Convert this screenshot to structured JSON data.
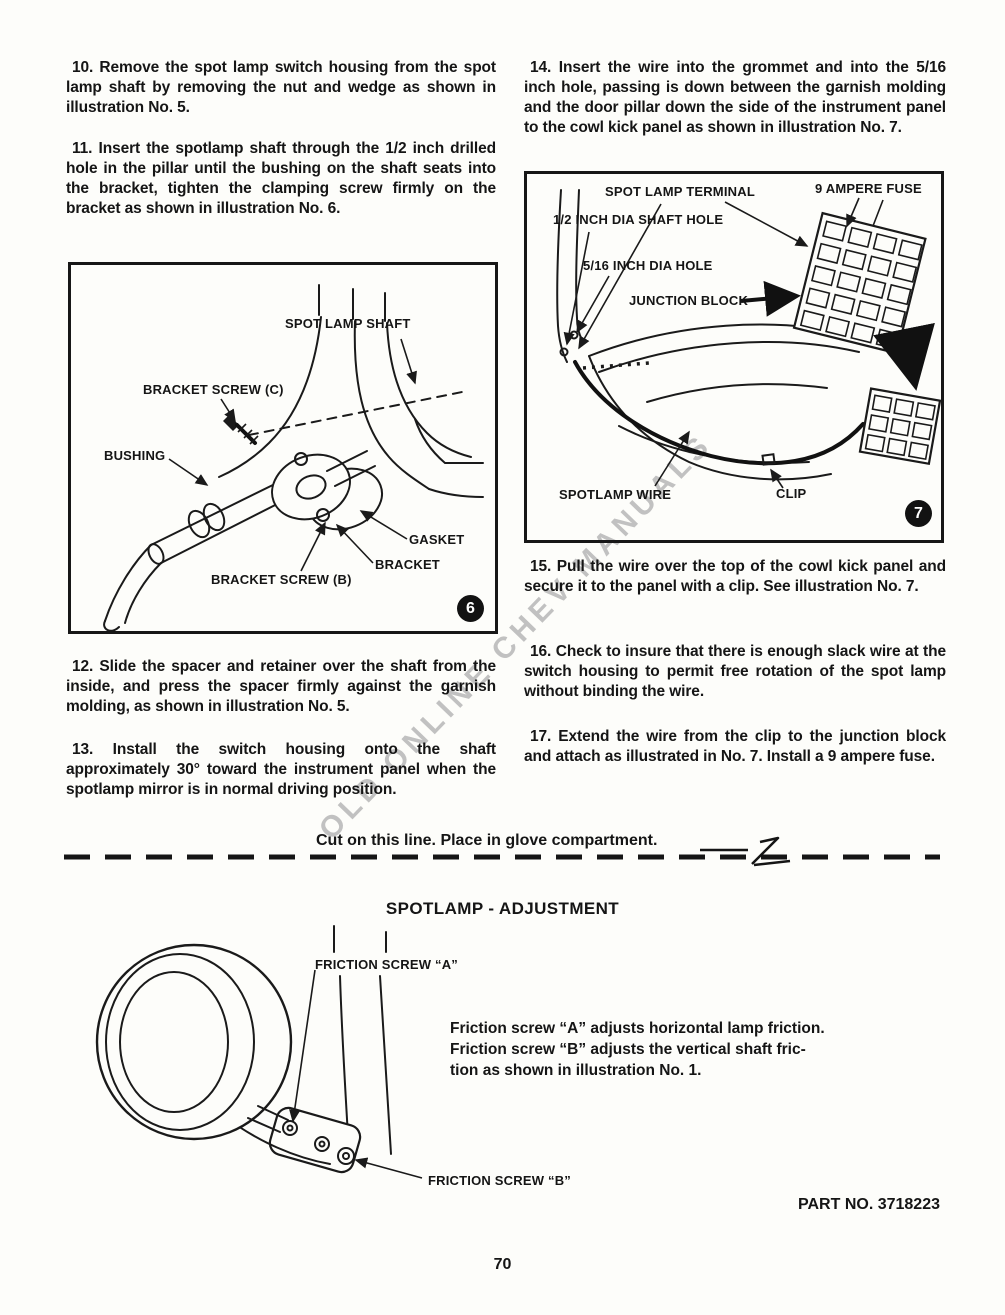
{
  "page": {
    "number": "70",
    "part_no": "PART NO. 3718223",
    "watermark": "OLD ONLINE CHEV MANUALS",
    "cut_instruction": "Cut on this line. Place in glove compartment."
  },
  "left_column": {
    "steps": [
      "10. Remove the spot lamp switch housing from the spot lamp shaft by removing the nut and wedge as shown in illustration No. 5.",
      "11. Insert the spotlamp shaft through the 1/2 inch drilled hole in the pillar until the bushing on the shaft seats into the bracket, tighten the clamping screw firmly on the bracket as shown in illustration No. 6.",
      "12. Slide the spacer and retainer over the shaft from the inside, and press the spacer firmly against the garnish molding, as shown in illustration No. 5.",
      "13. Install the switch housing onto the shaft approximately 30° toward the instrument panel when the spotlamp mirror is in normal driving position."
    ]
  },
  "right_column": {
    "steps": [
      "14. Insert the wire into the grommet and into the 5/16 inch hole, passing is down between the garnish molding and the door pillar down the side of the instrument panel to the cowl kick panel as shown in illustration No. 7.",
      "15. Pull the wire over the top of the cowl kick panel and secure it to the panel with a clip. See illustration No. 7.",
      "16. Check to insure that there is enough slack wire at the switch housing to permit free rotation of the spot lamp without binding the wire.",
      "17. Extend the wire from the clip to the junction block and attach as illustrated in No. 7. Install a 9 ampere fuse."
    ]
  },
  "figure_6": {
    "badge": "6",
    "labels": {
      "spot_lamp_shaft": "SPOT LAMP SHAFT",
      "bracket_screw_c": "BRACKET SCREW (C)",
      "bushing": "BUSHING",
      "gasket": "GASKET",
      "bracket": "BRACKET",
      "bracket_screw_b": "BRACKET SCREW (B)"
    }
  },
  "figure_7": {
    "badge": "7",
    "labels": {
      "spot_lamp_terminal": "SPOT LAMP TERMINAL",
      "nine_ampere_fuse": "9 AMPERE FUSE",
      "half_inch_dia_shaft_hole": "1/2 INCH DIA SHAFT HOLE",
      "five_sixteenth_inch_dia_hole": "5/16 INCH DIA HOLE",
      "junction_block": "JUNCTION BLOCK",
      "spotlamp_wire": "SPOTLAMP WIRE",
      "clip": "CLIP"
    }
  },
  "adjustment": {
    "title": "SPOTLAMP - ADJUSTMENT",
    "friction_screw_a": "FRICTION SCREW “A”",
    "friction_screw_b": "FRICTION SCREW “B”",
    "note": "Friction screw “A” adjusts horizontal lamp friction.\nFriction screw “B” adjusts the vertical shaft fric-\ntion as shown in illustration No. 1."
  }
}
